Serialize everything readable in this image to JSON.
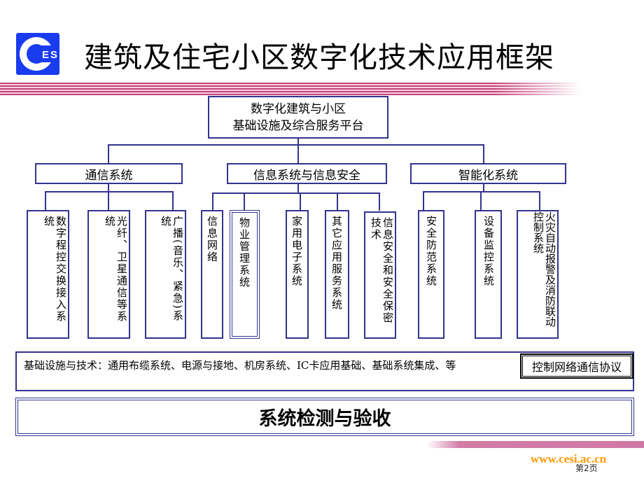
{
  "logo": {
    "text": "ESI",
    "color": "#1a3cf0"
  },
  "title": "建筑及住宅小区数字化技术应用框架",
  "root": {
    "line1": "数字化建筑与小区",
    "line2": "基础设施及综合服务平台"
  },
  "groups": [
    {
      "label": "通信系统",
      "leaves": [
        "数字程控交换接入系统",
        "光纤、卫星通信等系统",
        "广播(音乐、紧急)系统"
      ]
    },
    {
      "label": "信息系统与信息安全",
      "leaves": [
        "信息网络",
        "物业管理系统",
        "家用电子系统",
        "其它应用服务系统",
        "信息安全和安全保密技术"
      ]
    },
    {
      "label": "智能化系统",
      "leaves": [
        "安全防范系统",
        "设备监控系统",
        "火灾自动报警及消防联动控制系统"
      ]
    }
  ],
  "infrastructure": {
    "text": "基础设施与技术：通用布缆系统、电源与接地、机房系统、IC卡应用基础、基础系统集成、等",
    "protocol": "控制网络通信协议"
  },
  "acceptance": "系统检测与验收",
  "footer": {
    "url": "www.cesi.ac.cn",
    "page": "第2页",
    "url_color": "#ff9900"
  }
}
